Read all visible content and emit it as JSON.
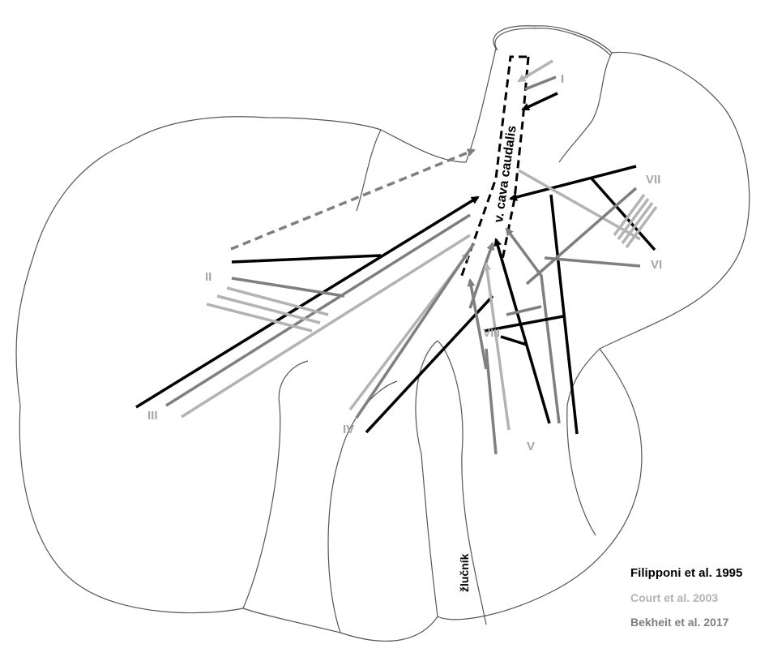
{
  "labels": {
    "vena": "v. cava caudalis",
    "gallbladder": "žlučník",
    "lobes": {
      "I": "I",
      "II": "II",
      "III": "III",
      "IV": "IV",
      "V": "V",
      "VI": "VI",
      "VII": "VII",
      "VIII": "VIII"
    }
  },
  "legend": [
    {
      "text": "Filipponi et al. 1995",
      "color": "#000000"
    },
    {
      "text": "Court et al. 2003",
      "color": "#b3b3b3"
    },
    {
      "text": "Bekheit et al. 2017",
      "color": "#7f7f7f"
    }
  ],
  "colors": {
    "filipponi": "#000000",
    "court": "#b3b3b3",
    "bekheit": "#7f7f7f",
    "outline": "#555555",
    "lobe_label": "#a6a6a6"
  }
}
